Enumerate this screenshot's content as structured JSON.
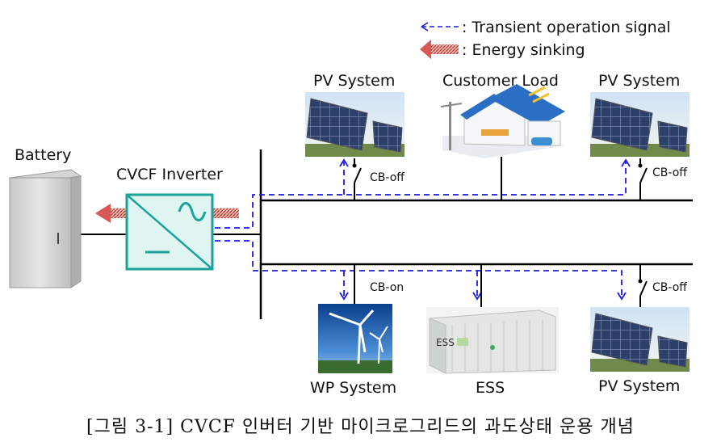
{
  "legend": {
    "transient_label": ": Transient operation signal",
    "energy_label": ": Energy sinking"
  },
  "labels": {
    "battery": "Battery",
    "inverter": "CVCF Inverter",
    "pv_top_left": "PV System",
    "customer_load": "Customer Load",
    "pv_top_right": "PV System",
    "wp": "WP System",
    "ess": "ESS",
    "pv_bottom_right": "PV System",
    "cb_top_left": "CB-off",
    "cb_top_right": "CB-off",
    "cb_wp": "CB-on",
    "cb_bottom_right": "CB-off",
    "ess_box_text": "ESS"
  },
  "caption": "[그림 3-1] CVCF 인버터 기반 마이크로그리드의 과도상태 운용 개념",
  "colors": {
    "signal": "#1a1aee",
    "energy_arrow": "#c0392b",
    "inverter_border": "#1aa39a",
    "inverter_fill": "#dff5f2",
    "bus_line": "#000000"
  }
}
